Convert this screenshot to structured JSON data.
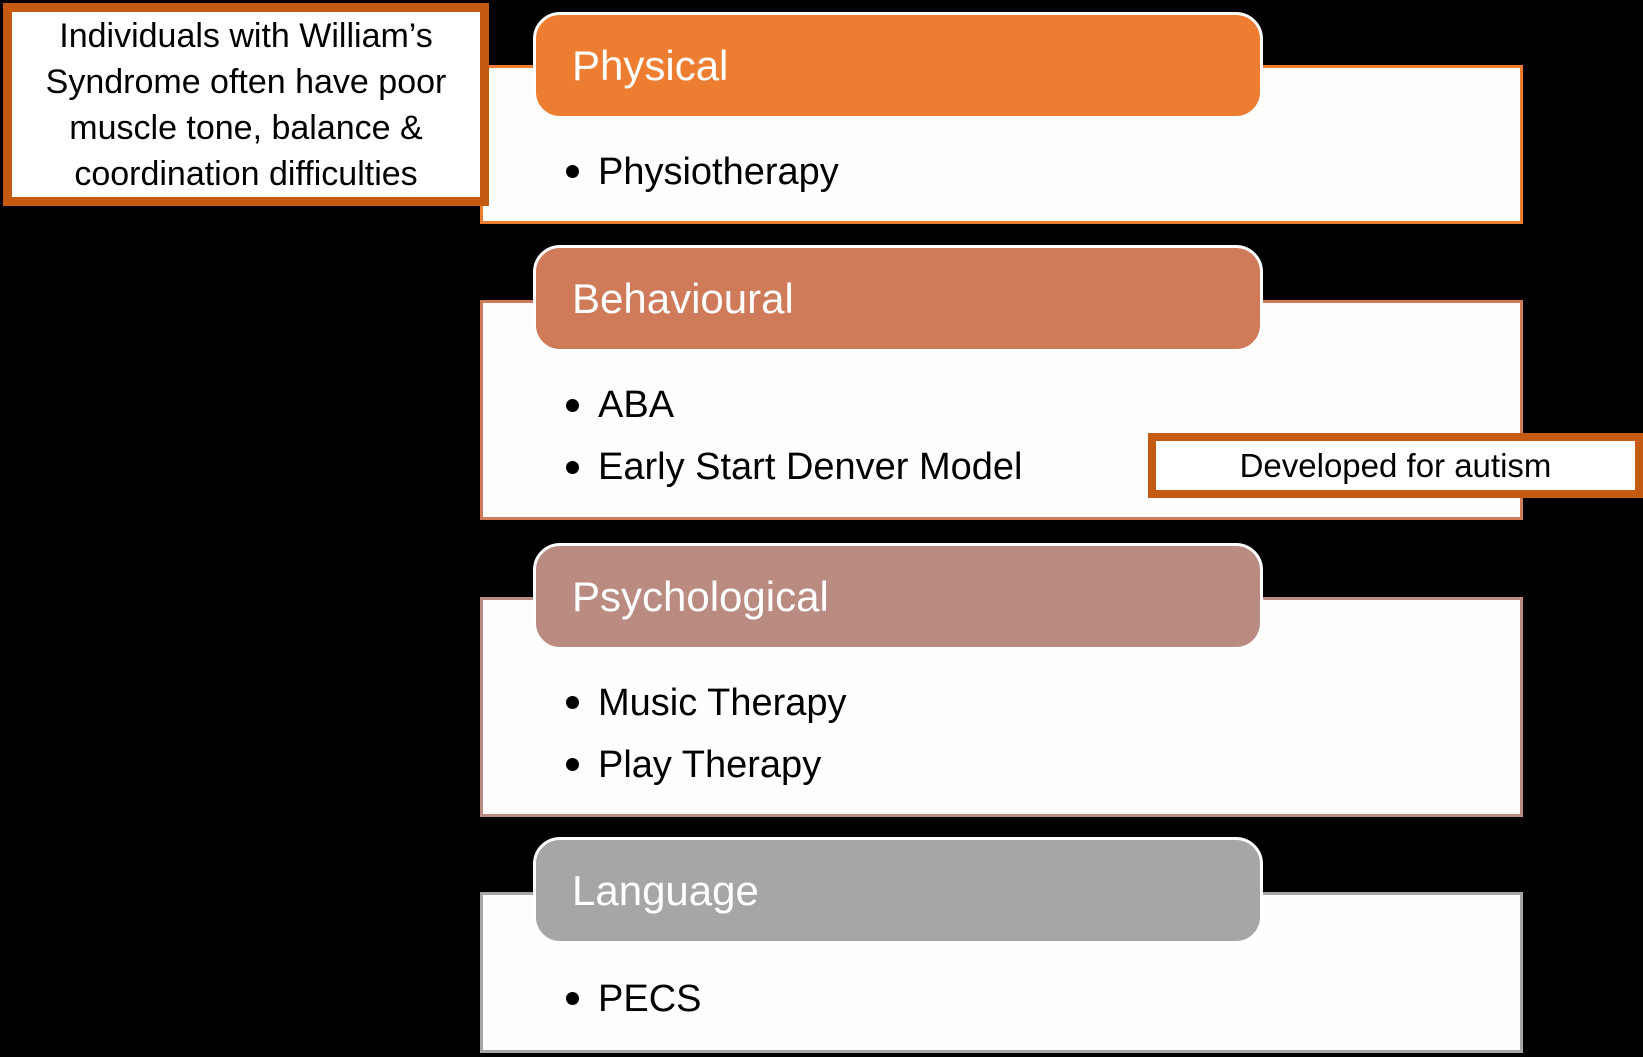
{
  "canvas": {
    "background_color": "#000000"
  },
  "callouts": {
    "williams_note": {
      "text": "Individuals with William’s Syndrome often have poor muscle tone, balance & coordination difficulties",
      "border_color": "#C55A11",
      "fill_color": "#FFFFFF",
      "text_color": "#000000"
    },
    "autism_note": {
      "text": "Developed for autism",
      "border_color": "#C55A11",
      "fill_color": "#FFFFFF",
      "text_color": "#000000"
    }
  },
  "sections": [
    {
      "label": "Physical",
      "color": "#ED7D31",
      "header_text_color": "#FFFFFF",
      "items": [
        "Physiotherapy"
      ]
    },
    {
      "label": "Behavioural",
      "color": "#CF7A59",
      "header_text_color": "#FFFFFF",
      "items": [
        "ABA",
        "Early Start Denver Model"
      ]
    },
    {
      "label": "Psychological",
      "color": "#BA8B81",
      "header_text_color": "#FFFFFF",
      "items": [
        "Music Therapy",
        "Play Therapy"
      ]
    },
    {
      "label": "Language",
      "color": "#A6A6A6",
      "header_text_color": "#FFFFFF",
      "items": [
        "PECS"
      ]
    }
  ]
}
